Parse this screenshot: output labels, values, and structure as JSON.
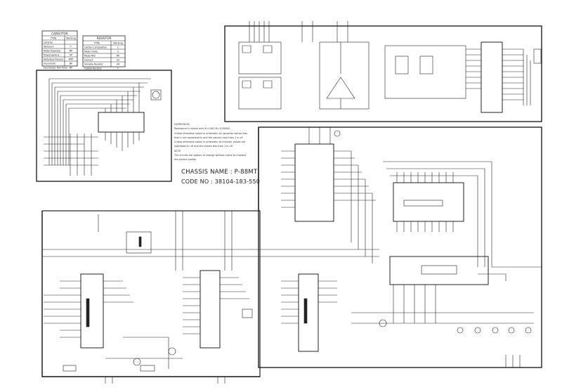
{
  "capacitor_legend": {
    "title": "CAPACITOR",
    "headers": [
      "TYPE",
      "Marking"
    ],
    "rows": [
      [
        "Ceramic",
        ""
      ],
      [
        "Tantalum",
        "T"
      ],
      [
        "Metal Polyester",
        "MP"
      ],
      [
        "Polypropylene",
        "PP"
      ],
      [
        "Metalized Polypro",
        "MPP"
      ],
      [
        "Electrolytic",
        "BP"
      ],
      [
        "Electrolytic Non-Polar",
        "NP"
      ]
    ]
  },
  "resistor_legend": {
    "title": "RESISTOR",
    "headers": [
      "TYPE",
      "Marking"
    ],
    "rows": [
      [
        "Carbon Composition",
        "C"
      ],
      [
        "Metal Oxide",
        "S"
      ],
      [
        "Metal Film",
        "MF"
      ],
      [
        "Cement",
        "CE"
      ],
      [
        "Variable Resistor",
        "VR"
      ],
      [
        "Fusible Resistor",
        "F"
      ]
    ]
  },
  "notes": {
    "heading": "EXPRESSION",
    "lines": [
      "Resistance is shown ohm K=1000  M=1000000",
      "Unless otherwise noted in schematic all capacitor values less",
      "than 1 are expressed in  and the values more than 1 in pF",
      "Unless otherwise noted in schematic all inductor values are",
      "expressed in  uH and the values  less  than  1 in uH"
    ],
    "note_heading": "NOTE",
    "note_lines": [
      "The circuits are subject to change without notice to improve",
      "the picture quality"
    ]
  },
  "chassis_label": "CHASSIS NAME : P-88MT",
  "code_label": "CODE NO : 38104-183-550",
  "colors": {
    "ink": "#222222",
    "paper": "#ffffff"
  }
}
